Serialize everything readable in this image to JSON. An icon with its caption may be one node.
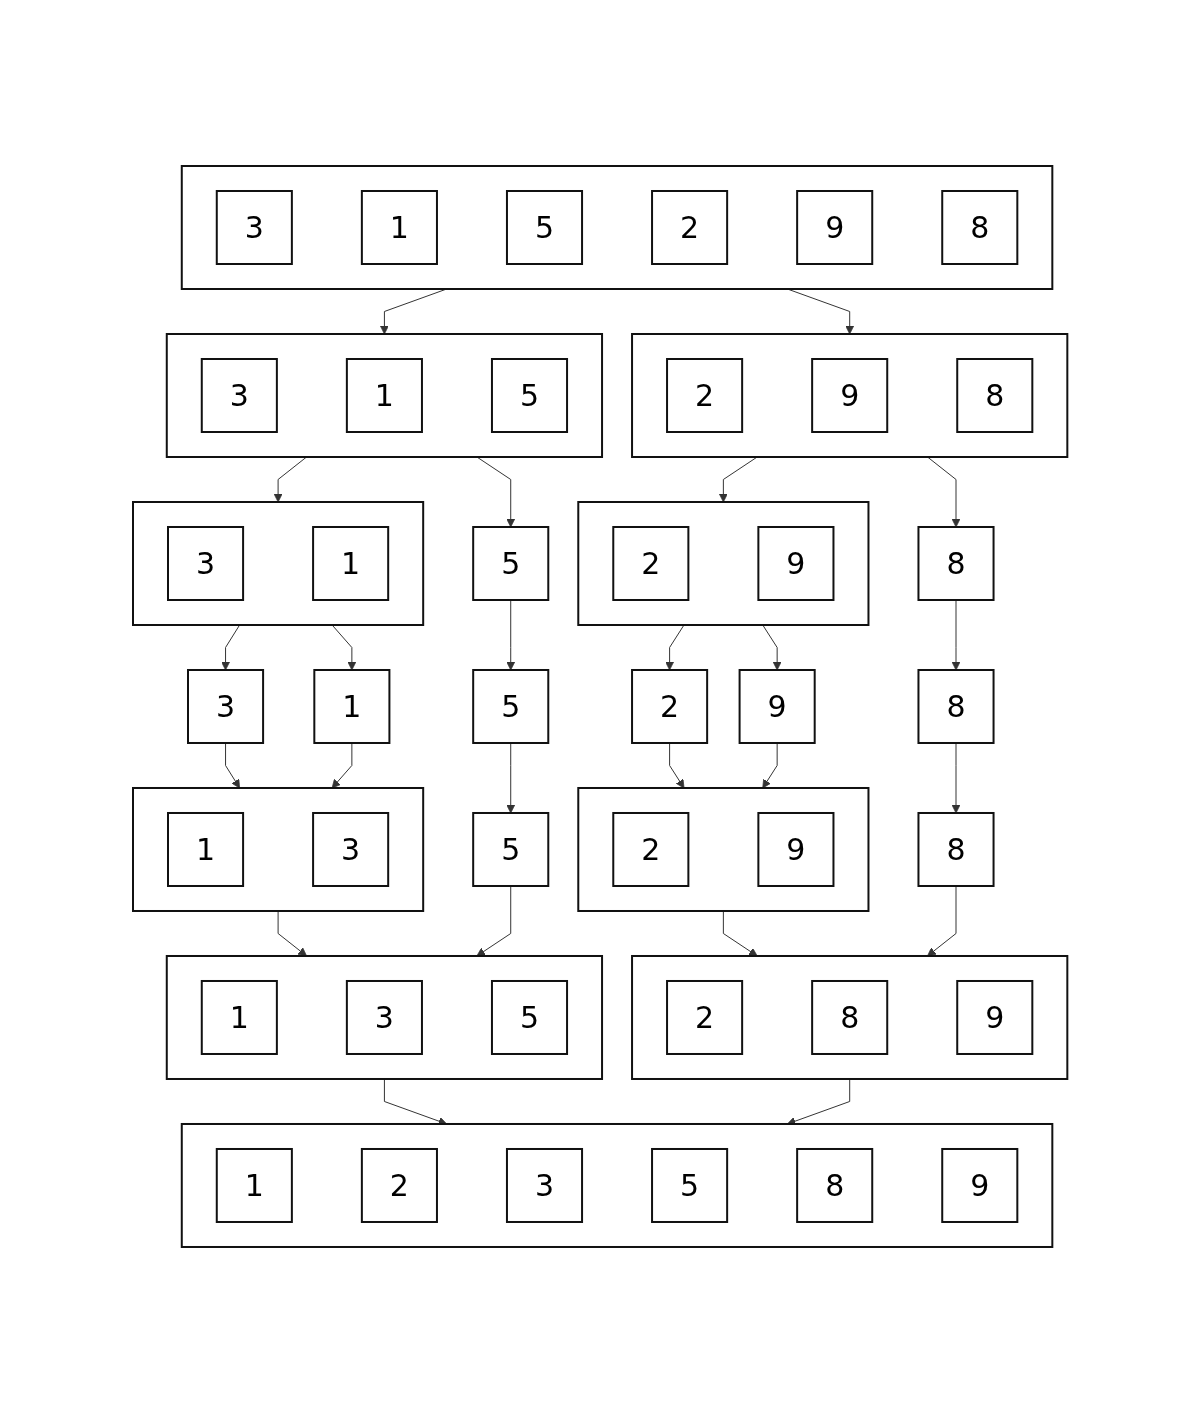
{
  "diagram": {
    "nodes": [
      {
        "text": [],
        "shape": "box"
      },
      {
        "text": [
          "3"
        ],
        "in": 0
      },
      {
        "text": [
          "1"
        ],
        "in": 0
      },
      {
        "text": [
          "5"
        ],
        "in": 0
      },
      {
        "text": [
          "2"
        ],
        "in": 0
      },
      {
        "text": [
          "9"
        ],
        "in": 0
      },
      {
        "text": [
          "8"
        ],
        "in": 0
      },
      {
        "text": [],
        "shape": "box"
      },
      {
        "text": [
          "3"
        ],
        "in": 7
      },
      {
        "text": [
          "1"
        ],
        "in": 7
      },
      {
        "text": [
          "5"
        ],
        "in": 7
      },
      {
        "text": [],
        "shape": "box"
      },
      {
        "text": [
          "2"
        ],
        "in": 11
      },
      {
        "text": [
          "9"
        ],
        "in": 11
      },
      {
        "text": [
          "8"
        ],
        "in": 11
      },
      {
        "text": [],
        "shape": "box"
      },
      {
        "text": [
          "3"
        ],
        "in": 15
      },
      {
        "text": [
          "1"
        ],
        "in": 15
      },
      {
        "text": [
          "5"
        ]
      },
      {
        "text": [],
        "shape": "box"
      },
      {
        "text": [
          "2"
        ],
        "in": 19
      },
      {
        "text": [
          "9"
        ],
        "in": 19
      },
      {
        "text": [
          "8"
        ]
      },
      {
        "text": [
          "3"
        ]
      },
      {
        "text": [
          "1"
        ]
      },
      {
        "text": [
          "5"
        ]
      },
      {
        "text": [
          "2"
        ]
      },
      {
        "text": [
          "9"
        ]
      },
      {
        "text": [
          "8"
        ]
      },
      {
        "text": [],
        "shape": "box"
      },
      {
        "text": [
          "1"
        ],
        "in": 29
      },
      {
        "text": [
          "3"
        ],
        "in": 29
      },
      {
        "text": [
          "5"
        ]
      },
      {
        "text": [],
        "shape": "box"
      },
      {
        "text": [
          "2"
        ],
        "in": 33
      },
      {
        "text": [
          "9"
        ],
        "in": 33
      },
      {
        "text": [
          "8"
        ]
      },
      {
        "text": [],
        "shape": "box"
      },
      {
        "text": [
          "1"
        ],
        "in": 37
      },
      {
        "text": [
          "3"
        ],
        "in": 37
      },
      {
        "text": [
          "5"
        ],
        "in": 37
      },
      {
        "text": [],
        "shape": "box"
      },
      {
        "text": [
          "2"
        ],
        "in": 41
      },
      {
        "text": [
          "8"
        ],
        "in": 41
      },
      {
        "text": [
          "9"
        ],
        "in": 41
      },
      {
        "text": [],
        "shape": "box"
      },
      {
        "text": [
          "1"
        ],
        "in": 45
      },
      {
        "text": [
          "2"
        ],
        "in": 45
      },
      {
        "text": [
          "3"
        ],
        "in": 45
      },
      {
        "text": [
          "5"
        ],
        "in": 45
      },
      {
        "text": [
          "8"
        ],
        "in": 45
      },
      {
        "text": [
          "9"
        ],
        "in": 45
      }
    ],
    "edges": [
      {
        "from": 0,
        "to": 7,
        "arrow": "to"
      },
      {
        "from": 0,
        "to": 11,
        "arrow": "to"
      },
      {
        "from": 7,
        "to": 15,
        "arrow": "to"
      },
      {
        "from": 7,
        "to": 18,
        "arrow": "to"
      },
      {
        "from": 11,
        "to": 19,
        "arrow": "to"
      },
      {
        "from": 11,
        "to": 22,
        "arrow": "to"
      },
      {
        "from": 15,
        "to": 23,
        "arrow": "to"
      },
      {
        "from": 15,
        "to": 24,
        "arrow": "to"
      },
      {
        "from": 18,
        "to": 25,
        "arrow": "to"
      },
      {
        "from": 19,
        "to": 26,
        "arrow": "to"
      },
      {
        "from": 19,
        "to": 27,
        "arrow": "to"
      },
      {
        "from": 22,
        "to": 28,
        "arrow": "to"
      },
      {
        "from": 23,
        "to": 29,
        "arrow": "to"
      },
      {
        "from": 24,
        "to": 29,
        "arrow": "to"
      },
      {
        "from": 25,
        "to": 32,
        "arrow": "to"
      },
      {
        "from": 26,
        "to": 33,
        "arrow": "to"
      },
      {
        "from": 27,
        "to": 33,
        "arrow": "to"
      },
      {
        "from": 28,
        "to": 36,
        "arrow": "to"
      },
      {
        "from": 29,
        "to": 37,
        "arrow": "to"
      },
      {
        "from": 32,
        "to": 37,
        "arrow": "to"
      },
      {
        "from": 33,
        "to": 41,
        "arrow": "to"
      },
      {
        "from": 36,
        "to": 41,
        "arrow": "to"
      },
      {
        "from": 37,
        "to": 45,
        "arrow": "to"
      },
      {
        "from": 41,
        "to": 45,
        "arrow": "to"
      }
    ]
  }
}
